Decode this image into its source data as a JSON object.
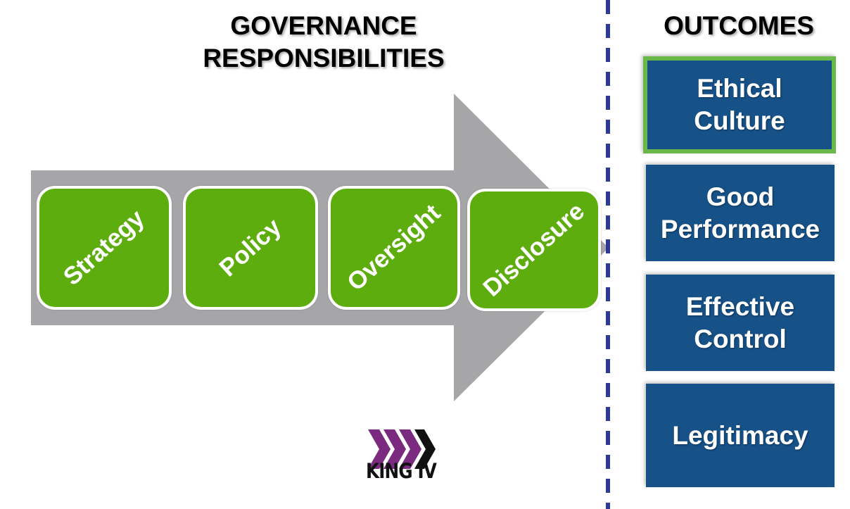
{
  "diagram": {
    "left_heading": "GOVERNANCE\nRESPONSIBILITIES",
    "left_heading_lines": [
      "GOVERNANCE",
      "RESPONSIBILITIES"
    ],
    "right_heading": "OUTCOMES",
    "responsibilities": [
      {
        "label": "Strategy"
      },
      {
        "label": "Policy"
      },
      {
        "label": "Oversight"
      },
      {
        "label": "Disclosure"
      }
    ],
    "outcomes": [
      {
        "lines": [
          "Ethical",
          "Culture"
        ],
        "highlighted": true
      },
      {
        "lines": [
          "Good",
          "Performance"
        ],
        "highlighted": false
      },
      {
        "lines": [
          "Effective",
          "Control"
        ],
        "highlighted": false
      },
      {
        "lines": [
          "Legitimacy"
        ],
        "highlighted": false
      }
    ],
    "logo": {
      "text": "KING IV",
      "icon": "chevrons-icon"
    },
    "colors": {
      "arrow": "#a6a6a8",
      "step_fill": "#5ead0f",
      "outcome_fill": "#165188",
      "highlight_border": "#6ab84a",
      "divider": "#2b3a9a",
      "logo_purple": "#7a2a7f",
      "logo_black": "#111111"
    }
  }
}
